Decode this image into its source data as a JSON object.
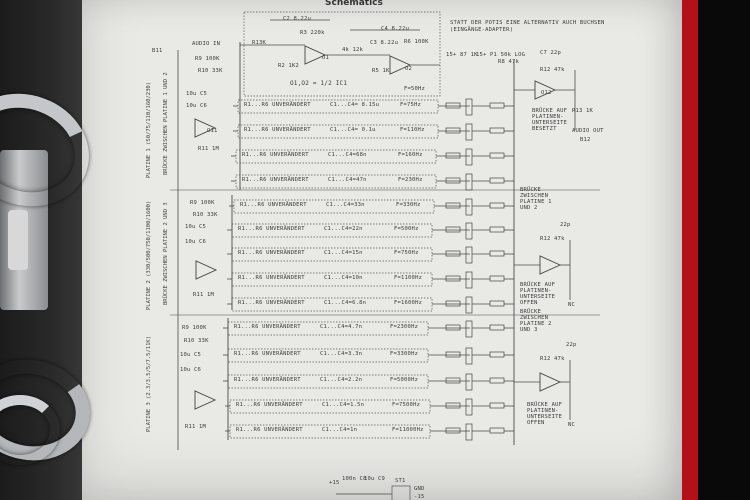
{
  "title": "Schematics",
  "input_label": "AUDIO IN",
  "output_label": "AUDIO OUT",
  "note": "STATT DER POTIS EINE ALTERNATIV AUCH BUCHSEN",
  "note2": "(EINGÄNGE-ADAPTER)",
  "top_labels": {
    "opamp_note": "O1,O2 = 1/2 IC1",
    "f_top": "F=50Hz",
    "c2": "C2 8.22u",
    "c3": "C3 8.22u",
    "c4": "C4 8.22u",
    "r13": "R13K",
    "r3": "R3 220k",
    "r4": "4k 12k",
    "r6": "R6 100K",
    "r2": "R2 1K2",
    "r5": "R5 1K",
    "o1": "O1",
    "o2": "O2",
    "r9": "R9 100K",
    "r10": "R10 33K",
    "c5": "10u C5",
    "c6": "10u C6",
    "o11": "O11",
    "r11": "R11 1M",
    "b11": "B11",
    "pot": "15+ 87 1K",
    "pot2": "15+ P1 50k LOG",
    "r8": "R8 47k",
    "c7": "C7 22p",
    "r12": "R12 47k",
    "r13b": "R13 1K",
    "o12": "O12",
    "b12": "B12",
    "bruecke1": "BRÜCKE AUF PLATINEN- UNTERSEITE BESETZT",
    "bruecke2": "BRÜCKE ZWISCHEN PLATINE 1 UND 2",
    "bruecke3": "BRÜCKE AUF PLATINEN- UNTERSEITE OFFEN",
    "bruecke4": "BRÜCKE ZWISCHEN PLATINE 2 UND 3",
    "bruecke5": "BRÜCKE AUF PLATINEN- UNTERSEITE OFFEN",
    "nc": "NC",
    "c22p": "22p",
    "r47k": "R12 47k"
  },
  "band_labels": [
    "PLATINE 1 (50/75/110/160/230)",
    "PLATINE 2 (330/500/750/1100/1600)",
    "PLATINE 3 (2.3/3.5/5/7.5/11K)",
    "BRÜCKE ZWISCHEN PLATINE 1 UND 2",
    "BRÜCKE ZWISCHEN PLATINE 2 UND 3"
  ],
  "filter_rows": [
    {
      "label": "R1...R6 UNVERÄNDERT",
      "caps": "C1...C4= 8.15u",
      "freq": "F=75Hz"
    },
    {
      "label": "R1...R6 UNVERÄNDERT",
      "caps": "C1...C4= 0.1u",
      "freq": "F=110Hz"
    },
    {
      "label": "R1...R6 UNVERÄNDERT",
      "caps": "C1...C4=68n",
      "freq": "F=160Hz"
    },
    {
      "label": "R1...R6 UNVERÄNDERT",
      "caps": "C1...C4=47n",
      "freq": "F=230Hz"
    },
    {
      "label": "R1...R6 UNVERÄNDERT",
      "caps": "C1...C4=33n",
      "freq": "F=330Hz"
    },
    {
      "label": "R1...R6 UNVERÄNDERT",
      "caps": "C1...C4=22n",
      "freq": "F=500Hz"
    },
    {
      "label": "R1...R6 UNVERÄNDERT",
      "caps": "C1...C4=15n",
      "freq": "F=750Hz"
    },
    {
      "label": "R1...R6 UNVERÄNDERT",
      "caps": "C1...C4=10n",
      "freq": "F=1100Hz"
    },
    {
      "label": "R1...R6 UNVERÄNDERT",
      "caps": "C1...C4=6.8n",
      "freq": "F=1600Hz"
    },
    {
      "label": "R1...R6 UNVERÄNDERT",
      "caps": "C1...C4=4.7n",
      "freq": "F=2300Hz"
    },
    {
      "label": "R1...R6 UNVERÄNDERT",
      "caps": "C1...C4=3.3n",
      "freq": "F=3300Hz"
    },
    {
      "label": "R1...R6 UNVERÄNDERT",
      "caps": "C1...C4=2.2n",
      "freq": "F=5000Hz"
    },
    {
      "label": "R1...R6 UNVERÄNDERT",
      "caps": "C1...C4=1.5n",
      "freq": "F=7500Hz"
    },
    {
      "label": "R1...R6 UNVERÄNDERT",
      "caps": "C1...C4=1n",
      "freq": "F=11000Hz"
    }
  ],
  "bottom": {
    "c8": "100n C8",
    "c9": "10u C9",
    "st1": "ST1",
    "plus15": "+15",
    "gnd": "GND",
    "minus15": "-15"
  },
  "colors": {
    "paper": "#e9e9e6",
    "ink": "#3a3a3a",
    "binder_red": "#b4101a",
    "background": "#0c0c0c",
    "ring_metal": "#b9bcc0"
  }
}
